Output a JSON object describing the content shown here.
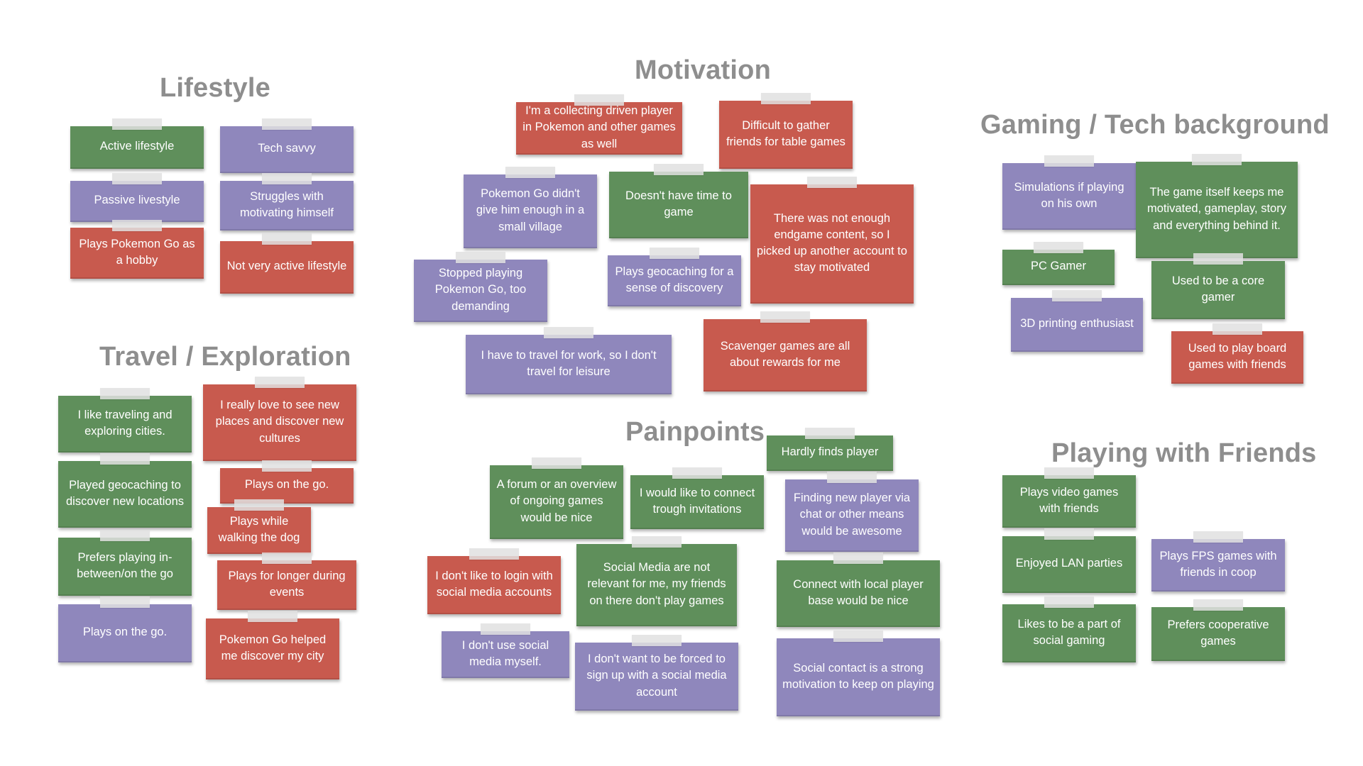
{
  "colors": {
    "green": "#5f8f5b",
    "purple": "#8f87bc",
    "red": "#c85a4e",
    "tape": "#e0e0e0",
    "heading": "#8e8e8e"
  },
  "categories": {
    "lifestyle": "Lifestyle",
    "travel": "Travel / Exploration",
    "motivation": "Motivation",
    "painpoints": "Painpoints",
    "gaming": "Gaming / Tech background",
    "friends": "Playing with Friends"
  },
  "notes": {
    "lifestyle": [
      {
        "text": "Active lifestyle",
        "color": "green"
      },
      {
        "text": "Tech savvy",
        "color": "purple"
      },
      {
        "text": "Passive livestyle",
        "color": "purple"
      },
      {
        "text": "Struggles with motivating himself",
        "color": "purple"
      },
      {
        "text": "Plays Pokemon Go as a hobby",
        "color": "red"
      },
      {
        "text": "Not very active lifestyle",
        "color": "red"
      }
    ],
    "travel": [
      {
        "text": "I like traveling and exploring cities.",
        "color": "green"
      },
      {
        "text": "I really love to see new places and discover new cultures",
        "color": "red"
      },
      {
        "text": "Played geocaching to discover new locations",
        "color": "green"
      },
      {
        "text": "Plays on the go.",
        "color": "red"
      },
      {
        "text": "Plays while walking the dog",
        "color": "red"
      },
      {
        "text": "Prefers playing in-between/on the go",
        "color": "green"
      },
      {
        "text": "Plays for longer during events",
        "color": "red"
      },
      {
        "text": "Plays on the go.",
        "color": "purple"
      },
      {
        "text": "Pokemon Go helped me discover my city",
        "color": "red"
      }
    ],
    "motivation": [
      {
        "text": "I'm a collecting driven player in Pokemon and other games as well",
        "color": "red"
      },
      {
        "text": "Difficult to gather friends for table games",
        "color": "red"
      },
      {
        "text": "Pokemon Go didn't give him enough in a small village",
        "color": "purple"
      },
      {
        "text": "Doesn't have time to game",
        "color": "green"
      },
      {
        "text": "There was not enough endgame content, so I picked up another account to stay motivated",
        "color": "red"
      },
      {
        "text": "Stopped playing Pokemon Go, too demanding",
        "color": "purple"
      },
      {
        "text": "Plays geocaching for a sense of discovery",
        "color": "purple"
      },
      {
        "text": "I have to travel for work, so I don't travel for leisure",
        "color": "purple"
      },
      {
        "text": "Scavenger games are all about rewards for me",
        "color": "red"
      }
    ],
    "painpoints": [
      {
        "text": "Hardly finds player",
        "color": "green"
      },
      {
        "text": "A forum or an overview of ongoing games would be nice",
        "color": "green"
      },
      {
        "text": "I would like to connect trough invitations",
        "color": "green"
      },
      {
        "text": "Finding new player via chat or other means would be awesome",
        "color": "purple"
      },
      {
        "text": "I don't like to login with social media accounts",
        "color": "red"
      },
      {
        "text": "Social Media are not relevant for me, my friends on there  don't play games",
        "color": "green"
      },
      {
        "text": "Connect with local player base would be nice",
        "color": "green"
      },
      {
        "text": "I don't use social media myself.",
        "color": "purple"
      },
      {
        "text": "I don't want to be forced to sign up with a social media account",
        "color": "purple"
      },
      {
        "text": "Social contact is a strong motivation to keep on playing",
        "color": "purple"
      }
    ],
    "gaming": [
      {
        "text": "Simulations if playing on his own",
        "color": "purple"
      },
      {
        "text": "The game itself keeps me motivated, gameplay, story and everything behind it.",
        "color": "green"
      },
      {
        "text": "PC Gamer",
        "color": "green"
      },
      {
        "text": "Used to be a core gamer",
        "color": "green"
      },
      {
        "text": "3D printing enthusiast",
        "color": "purple"
      },
      {
        "text": "Used to play board games with friends",
        "color": "red"
      }
    ],
    "friends": [
      {
        "text": "Plays video games with friends",
        "color": "green"
      },
      {
        "text": "Enjoyed LAN parties",
        "color": "green"
      },
      {
        "text": "Plays FPS games with friends in coop",
        "color": "purple"
      },
      {
        "text": "Likes to be a part of social gaming",
        "color": "green"
      },
      {
        "text": "Prefers cooperative games",
        "color": "green"
      }
    ]
  }
}
